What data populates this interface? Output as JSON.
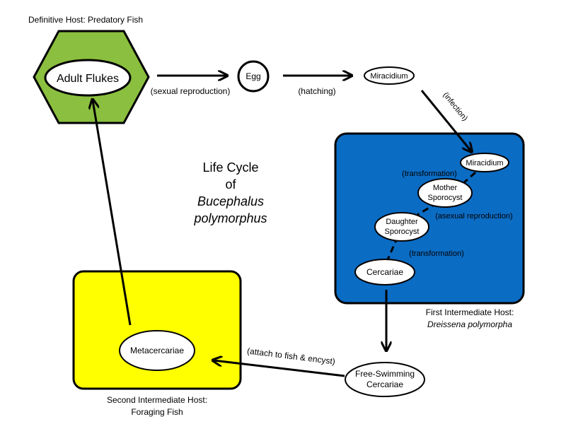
{
  "hosts": {
    "definitive": "Definitive Host:  Predatory Fish",
    "first_line1": "First Intermediate Host:",
    "first_line2": "Dreissena polymorpha",
    "second_line1": "Second Intermediate Host:",
    "second_line2": "Foraging Fish"
  },
  "title": {
    "line1": "Life Cycle",
    "line2": "of",
    "line3": "Bucephalus",
    "line4": "polymorphus"
  },
  "stages": {
    "adult_flukes": "Adult Flukes",
    "egg": "Egg",
    "miracidium": "Miracidium",
    "miracidium_inside": "Miracidium",
    "mother_line1": "Mother",
    "mother_line2": "Sporocyst",
    "daughter_line1": "Daughter",
    "daughter_line2": "Sporocyst",
    "cercariae": "Cercariae",
    "free_line1": "Free-Swimming",
    "free_line2": "Cercariae",
    "metacercariae": "Metacercariae"
  },
  "transitions": {
    "sexual_reproduction": "(sexual reproduction)",
    "hatching": "(hatching)",
    "infection": "(infection)",
    "transformation_1": "(transformation)",
    "asexual_reproduction": "(asexual reproduction)",
    "transformation_2": "(transformation)",
    "attach": "(attach to fish & encyst)"
  },
  "colors": {
    "definitive_host_fill": "#8bbf3f",
    "first_host_fill": "#0b6cc4",
    "second_host_fill": "#ffff00",
    "outline": "#000000",
    "node_fill": "#ffffff"
  }
}
